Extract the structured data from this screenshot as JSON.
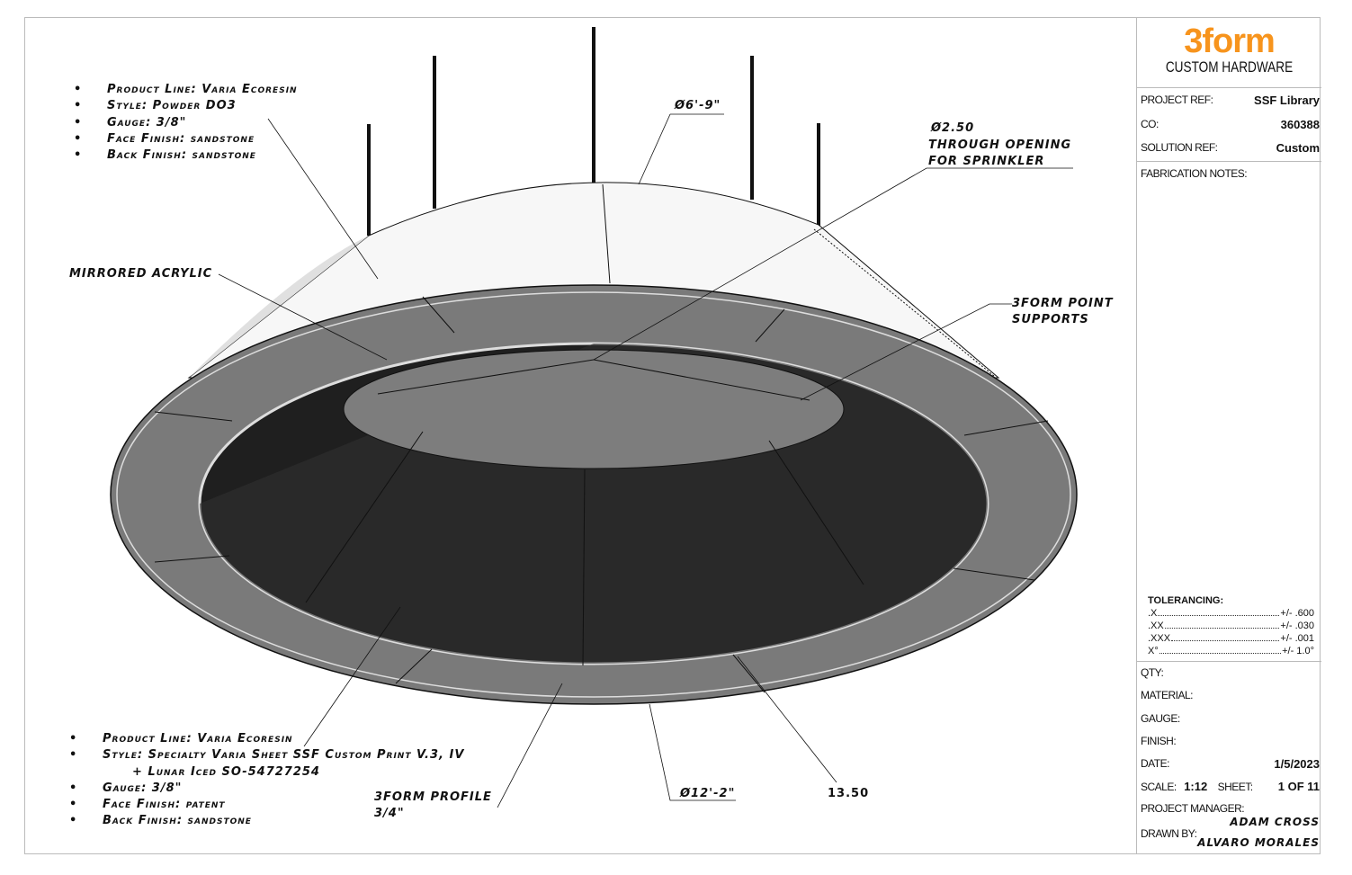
{
  "top_notes": [
    "Product Line: Varia Ecoresin",
    "Style: Powder DO3",
    "Gauge: 3/8\"",
    "Face Finish: sandstone",
    "Back Finish: sandstone"
  ],
  "bottom_notes": [
    "Product Line: Varia Ecoresin",
    "Style: Specialty Varia Sheet SSF Custom Print V.3, IV",
    "+ Lunar Iced SO-54727254",
    "Gauge: 3/8\"",
    "Face Finish: patent",
    "Back Finish: sandstone"
  ],
  "callouts": {
    "top_diameter": "Ø6'-9\"",
    "sprinkler_1": "Ø2.50",
    "sprinkler_2": "THROUGH OPENING",
    "sprinkler_3": "FOR SPRINKLER",
    "mirrored": "MIRRORED ACRYLIC",
    "supports_1": "3FORM POINT",
    "supports_2": "SUPPORTS",
    "profile_1": "3FORM PROFILE",
    "profile_2": "3/4\"",
    "bottom_diameter": "Ø12'-2\"",
    "dim": "13.50"
  },
  "title_block": {
    "logo": "3form",
    "logo_sub": "CUSTOM HARDWARE",
    "brand_color": "#f7941d",
    "project_ref_label": "PROJECT REF:",
    "project_ref": "SSF Library",
    "co_label": "CO:",
    "co": "360388",
    "solution_ref_label": "SOLUTION REF:",
    "solution_ref": "Custom",
    "fab_notes_label": "FABRICATION NOTES:",
    "tolerancing_label": "TOLERANCING:",
    "tolerances": [
      {
        "k": ".X",
        "v": "+/- .600"
      },
      {
        "k": ".XX",
        "v": "+/- .030"
      },
      {
        "k": ".XXX",
        "v": "+/- .001"
      },
      {
        "k": "X°",
        "v": "+/- 1.0°"
      }
    ],
    "qty_label": "QTY:",
    "material_label": "MATERIAL:",
    "gauge_label": "GAUGE:",
    "finish_label": "FINISH:",
    "date_label": "DATE:",
    "date": "1/5/2023",
    "scale_label": "SCALE:",
    "scale": "1:12",
    "sheet_label": "SHEET:",
    "sheet": "1 OF 11",
    "pm_label": "PROJECT MANAGER:",
    "pm": "ADAM CROSS",
    "drawn_label": "DRAWN BY:",
    "drawn": "ALVARO MORALES"
  }
}
